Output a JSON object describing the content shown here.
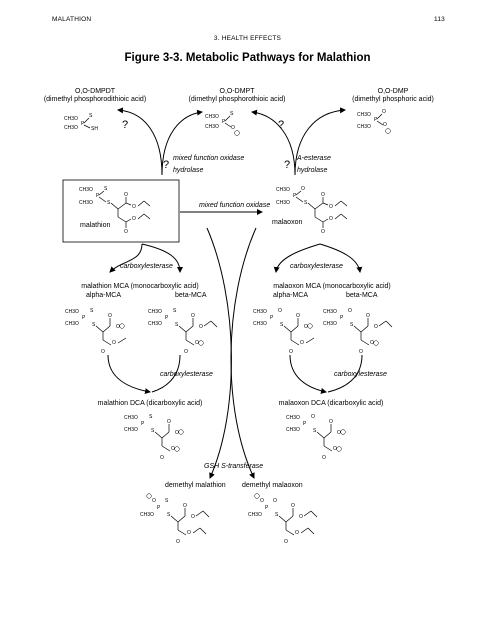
{
  "header": {
    "left": "MALATHION",
    "right": "113",
    "center": "3. HEALTH EFFECTS"
  },
  "figure_title": "Figure 3-3. Metabolic Pathways for Malathion",
  "top_compounds": {
    "o_o_dmpdt": {
      "name": "O,O-DMPDT",
      "full": "(dimethyl phosphorodithioic acid)"
    },
    "o_o_dmpt": {
      "name": "O,O-DMPT",
      "full": "(dimethyl phosphorothioic acid)"
    },
    "o_o_dmp": {
      "name": "O,O-DMP",
      "full": "(dimethyl phosphoric acid)"
    }
  },
  "unknown_mark": "?",
  "enzymes": {
    "mfo": "mixed function oxidase",
    "hydrolase": "hydrolase",
    "a_esterase": "A-esterase",
    "carboxylesterase": "carboxylesterase",
    "gsh": "GSH S-transferase"
  },
  "center_compounds": {
    "malathion": "malathion",
    "malaoxon": "malaoxon"
  },
  "mca": {
    "malathion_title": "malathion MCA (monocarboxylic acid)",
    "malaoxon_title": "malaoxon MCA (monocarboxylic acid)",
    "alpha": "alpha-MCA",
    "beta": "beta-MCA"
  },
  "dca": {
    "malathion": "malathion DCA (dicarboxylic acid)",
    "malaoxon": "malaoxon DCA (dicarboxylic acid)"
  },
  "demethyl": {
    "malathion": "demethyl malathion",
    "malaoxon": "demethyl malaoxon"
  },
  "atoms": {
    "ch3o": "CH3O",
    "p": "P",
    "s": "S",
    "o": "O",
    "sh": "SH",
    "minus": "−"
  }
}
